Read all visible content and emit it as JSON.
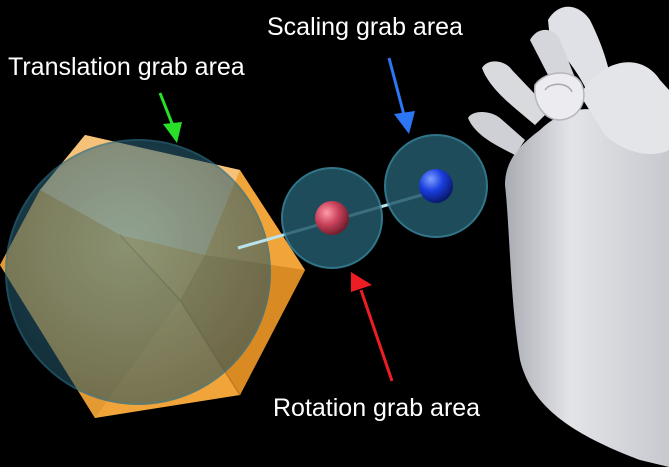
{
  "labels": {
    "translation": "Translation grab area",
    "scaling": "Scaling grab area",
    "rotation": "Rotation grab area"
  },
  "colors": {
    "background": "#000000",
    "label_text": "#ffffff",
    "cube": "#f5a623",
    "grab_sphere": "#2f6e86",
    "rotation_handle": "#d0556a",
    "scaling_handle": "#1d4ee8",
    "translation_arrow": "#27e027",
    "scaling_arrow": "#2c76f5",
    "rotation_arrow": "#ee1d24",
    "hand": "#d8d9de"
  },
  "icons": {
    "translation_arrow": "green-arrow-icon",
    "scaling_arrow": "blue-arrow-icon",
    "rotation_arrow": "red-arrow-icon"
  }
}
